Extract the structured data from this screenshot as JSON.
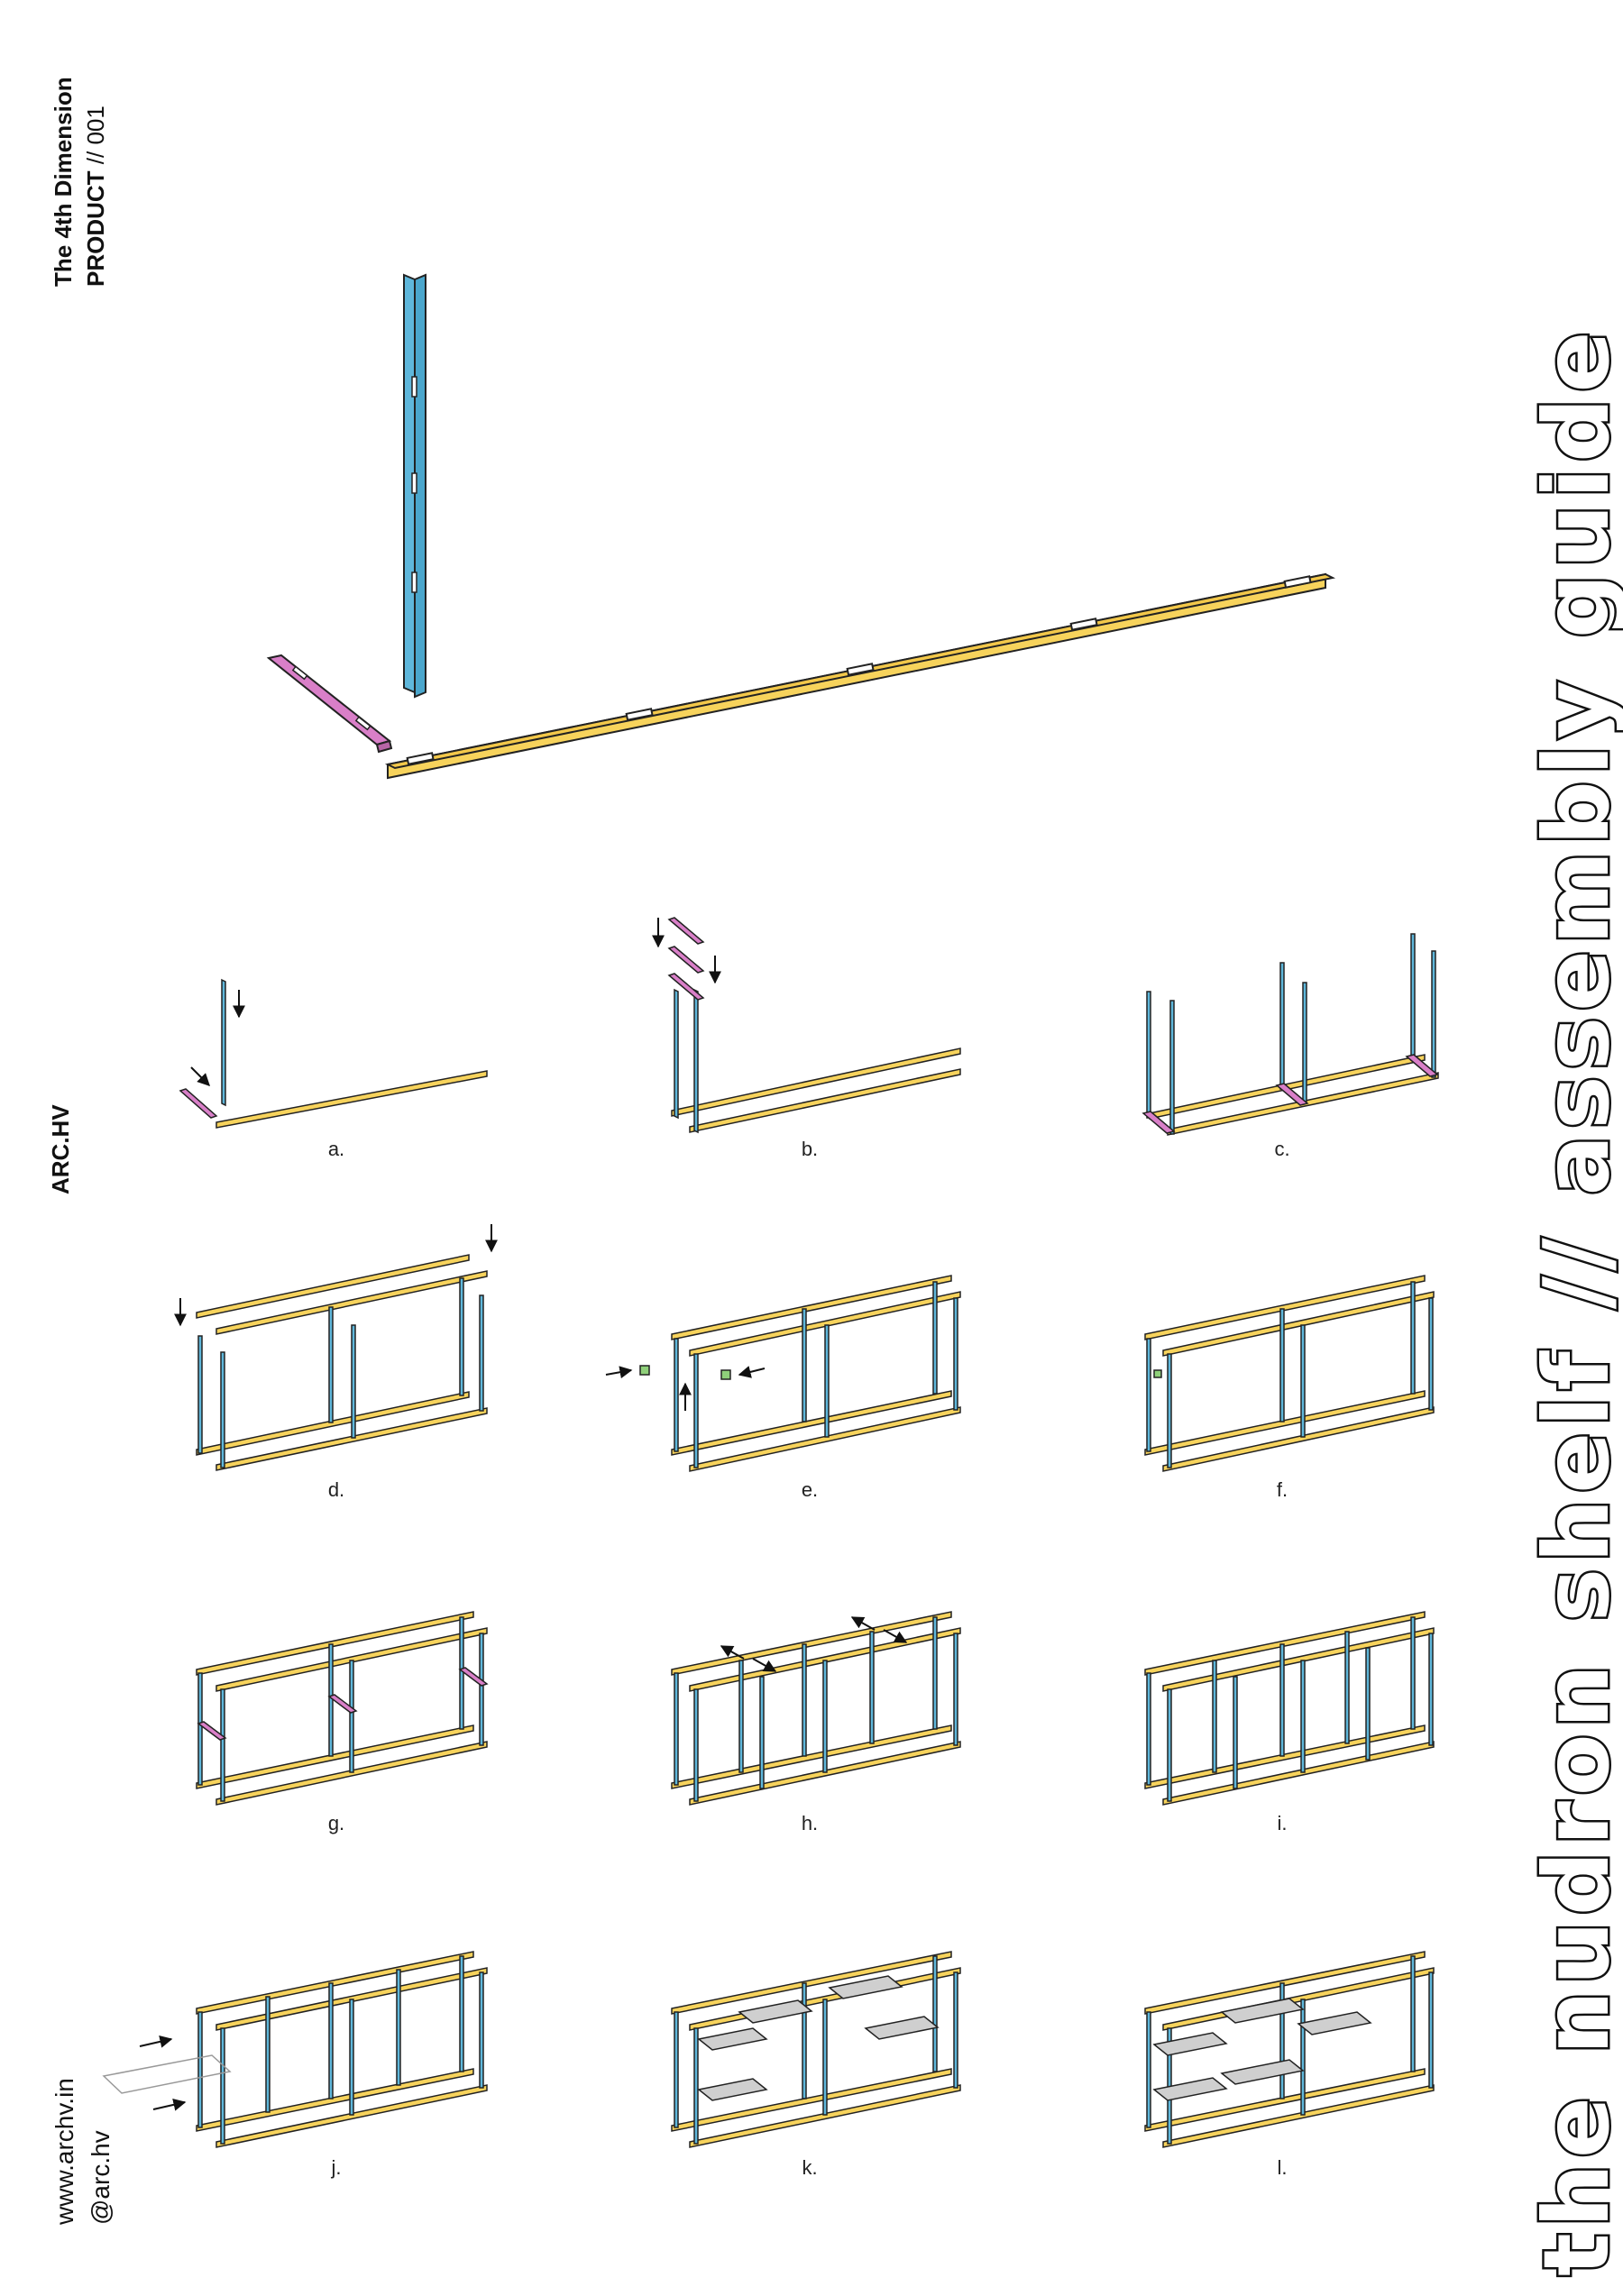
{
  "header": {
    "line1": "The 4th Dimension",
    "line2_bold": "PRODUCT",
    "line2_rest": " // 001"
  },
  "brand": "ARC.HV",
  "contact": {
    "website": "www.archv.in",
    "handle": "@arc.hv"
  },
  "title": "the nudron shelf // assembly guide",
  "colors": {
    "rail": "#f7d35c",
    "post": "#5fb7db",
    "connector": "#d97fc8",
    "clip": "#8fd07a",
    "shelf": "#cfcfcf",
    "outline": "#222222"
  },
  "steps": [
    {
      "label": "a."
    },
    {
      "label": "b."
    },
    {
      "label": "c."
    },
    {
      "label": "d."
    },
    {
      "label": "e."
    },
    {
      "label": "f."
    },
    {
      "label": "g."
    },
    {
      "label": "h."
    },
    {
      "label": "i."
    },
    {
      "label": "j."
    },
    {
      "label": "k."
    },
    {
      "label": "l."
    }
  ]
}
